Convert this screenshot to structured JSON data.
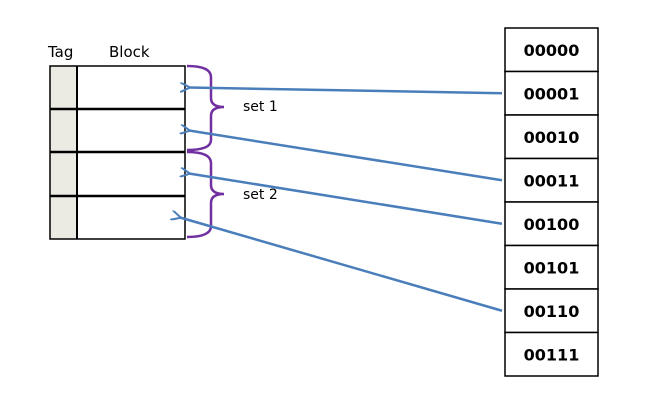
{
  "headers": {
    "tag": "Tag",
    "block": "Block"
  },
  "sets": [
    {
      "label": "set 1"
    },
    {
      "label": "set 2"
    }
  ],
  "memory": {
    "addresses": [
      "00000",
      "00001",
      "00010",
      "00011",
      "00100",
      "00101",
      "00110",
      "00111"
    ]
  },
  "mappings": [
    {
      "from": "00001",
      "to_line": 0
    },
    {
      "from": "00011",
      "to_line": 1
    },
    {
      "from": "00100",
      "to_line": 2
    },
    {
      "from": "00110",
      "to_line": 3
    }
  ],
  "colors": {
    "arrow": "#4a7ebb",
    "brace": "#7030a0",
    "tag_fill": "#ecebe3"
  }
}
